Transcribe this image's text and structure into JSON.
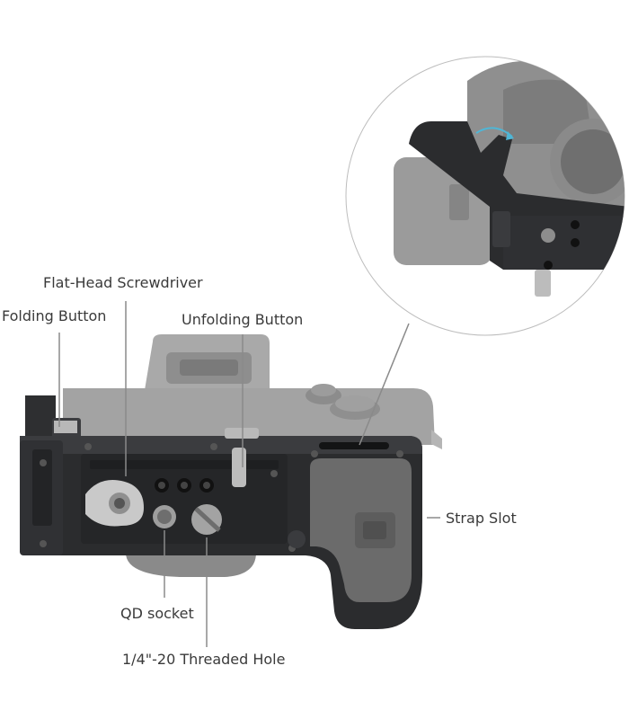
{
  "callouts": {
    "flat_head_screwdriver": "Flat-Head Screwdriver",
    "folding_button": "Folding Button",
    "unfolding_button": "Unfolding Button",
    "strap_slot": "Strap Slot",
    "qd_socket": "QD socket",
    "threaded_hole": "1/4\"-20 Threaded Hole"
  },
  "colors": {
    "camera_body": "#9a9a9a",
    "camera_dark": "#7d7d7d",
    "cage_metal": "#2b2c2e",
    "cage_highlight": "#45474a",
    "leader_line": "#8a8a8a",
    "label_text": "#3a3a3a",
    "arrow_accent": "#4fb6d6"
  }
}
